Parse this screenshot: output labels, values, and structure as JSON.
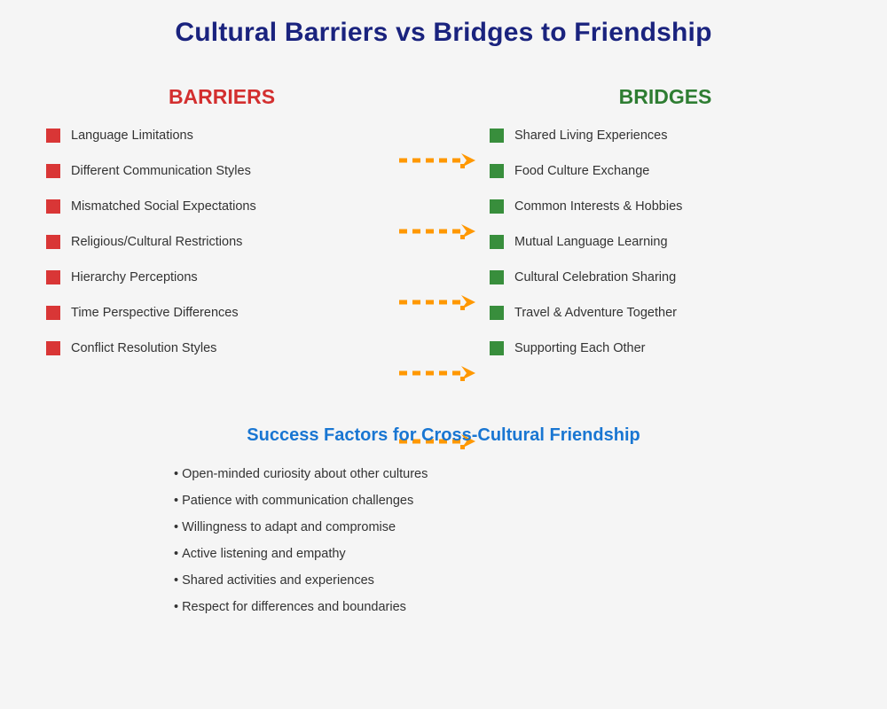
{
  "page": {
    "title": "Cultural Barriers vs Bridges to Friendship",
    "background_color": "#f5f5f5"
  },
  "columns": {
    "barriers": {
      "heading": "BARRIERS",
      "color": "#d32f2f",
      "marker_color": "#d93636",
      "items": [
        {
          "label": "Language Limitations"
        },
        {
          "label": "Different Communication Styles"
        },
        {
          "label": "Mismatched Social Expectations"
        },
        {
          "label": "Religious/Cultural Restrictions"
        },
        {
          "label": "Hierarchy Perceptions"
        },
        {
          "label": "Time Perspective Differences"
        },
        {
          "label": "Conflict Resolution Styles"
        }
      ]
    },
    "bridges": {
      "heading": "BRIDGES",
      "color": "#2e7d32",
      "marker_color": "#388e3c",
      "items": [
        {
          "label": "Shared Living Experiences"
        },
        {
          "label": "Food Culture Exchange"
        },
        {
          "label": "Common Interests & Hobbies"
        },
        {
          "label": "Mutual Language Learning"
        },
        {
          "label": "Cultural Celebration Sharing"
        },
        {
          "label": "Travel & Adventure Together"
        },
        {
          "label": "Supporting Each Other"
        }
      ]
    }
  },
  "connectors": {
    "color": "#ff9800",
    "style": "dashed-arrow-right",
    "count": 5,
    "top_positions": [
      170,
      250,
      330,
      410,
      487
    ]
  },
  "success_section": {
    "title": "Success Factors for Cross-Cultural Friendship",
    "title_color": "#1976d2",
    "bullet_char": "•",
    "items": [
      "Open-minded curiosity about other cultures",
      "Patience with communication challenges",
      "Willingness to adapt and compromise",
      "Active listening and empathy",
      "Shared activities and experiences",
      "Respect for differences and boundaries"
    ]
  }
}
